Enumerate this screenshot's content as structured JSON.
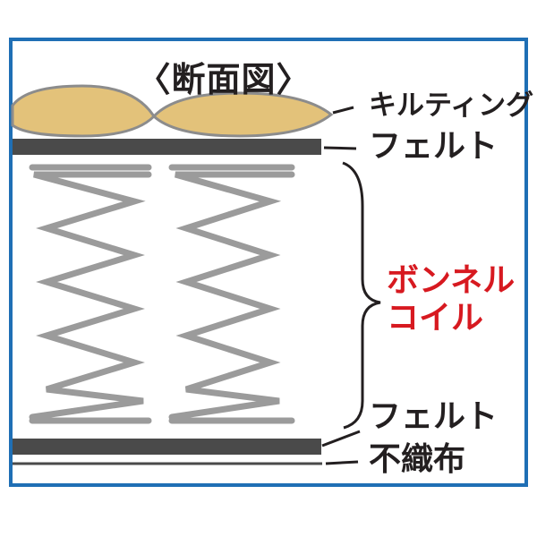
{
  "diagram": {
    "title": "〈断面図〉",
    "labels": {
      "quilting": "キルティング",
      "felt_top": "フェルト",
      "coil_line1": "ボンネル",
      "coil_line2": "コイル",
      "felt_bottom": "フェルト",
      "nonwoven": "不織布"
    },
    "colors": {
      "frame": "#1f6fb5",
      "quilting_fill": "#e3c27a",
      "felt": "#4a4a4a",
      "spring": "#9b9b9b",
      "accent_red": "#d71920",
      "text": "#231f20"
    }
  }
}
